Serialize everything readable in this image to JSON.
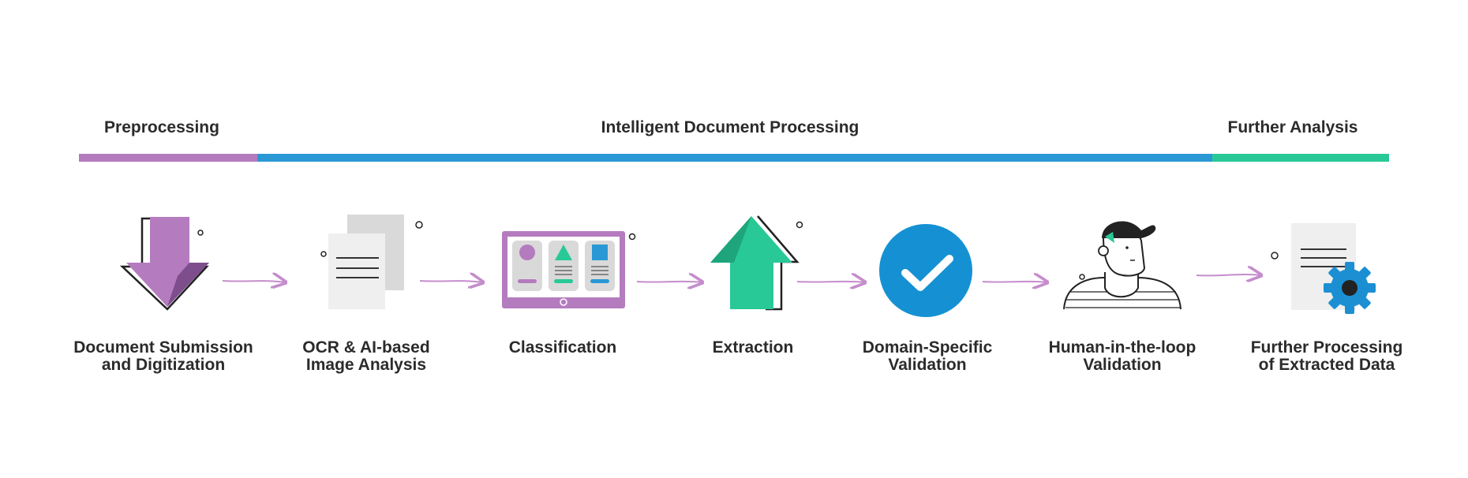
{
  "phases": [
    {
      "label": "Preprocessing",
      "color": "#b57bbf"
    },
    {
      "label": "Intelligent Document Processing",
      "color": "#2a98d5"
    },
    {
      "label": "Further Analysis",
      "color": "#28c996"
    }
  ],
  "steps": [
    {
      "label": "Document Submission\nand Digitization",
      "icon": "download-arrow-icon"
    },
    {
      "label": "OCR & AI-based\nImage Analysis",
      "icon": "documents-icon"
    },
    {
      "label": "Classification",
      "icon": "tablet-cards-icon"
    },
    {
      "label": "Extraction",
      "icon": "upload-arrow-icon"
    },
    {
      "label": "Domain-Specific\nValidation",
      "icon": "checkmark-circle-icon"
    },
    {
      "label": "Human-in-the-loop\nValidation",
      "icon": "person-icon"
    },
    {
      "label": "Further Processing\nof Extracted Data",
      "icon": "document-gear-icon"
    }
  ],
  "colors": {
    "purple": "#b57bbf",
    "blue": "#2a98d5",
    "green": "#28c996",
    "arrow": "#c58dcc",
    "text": "#2b2b2b"
  }
}
